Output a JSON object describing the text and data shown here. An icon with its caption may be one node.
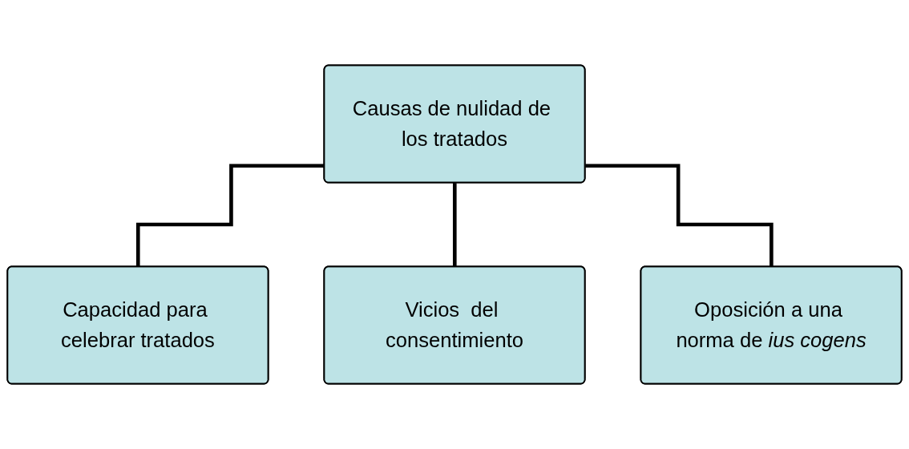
{
  "diagram": {
    "nodes": [
      {
        "text": [
          "Causas de nulidad de los tratados"
        ]
      },
      {
        "text": [
          "Capacidad para celebrar tratados"
        ]
      },
      {
        "text": [
          "Vicios  del consentimiento"
        ]
      },
      {
        "text": [
          "Oposición a una norma de *ius cogens*"
        ]
      }
    ],
    "edges": [
      {
        "from": 0,
        "to": 1,
        "arrow": "none"
      },
      {
        "from": 0,
        "to": 2,
        "arrow": "none"
      },
      {
        "from": 0,
        "to": 3,
        "arrow": "none"
      }
    ]
  }
}
